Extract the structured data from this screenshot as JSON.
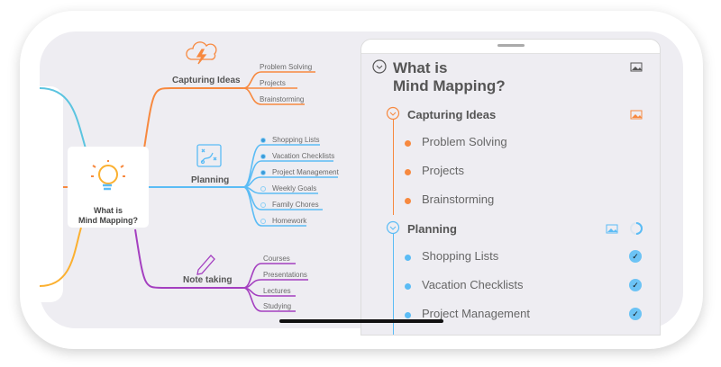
{
  "map": {
    "central": "What is\nMind Mapping?",
    "branches": [
      {
        "label": "Capturing Ideas",
        "color": "#f7893f",
        "icon": "brainstorm-cloud-icon",
        "children": [
          "Problem Solving",
          "Projects",
          "Brainstorming"
        ]
      },
      {
        "label": "Planning",
        "color": "#5bbcf5",
        "icon": "strategy-board-icon",
        "children": [
          "Shopping Lists",
          "Vacation Checklists",
          "Project Management",
          "Weekly Goals",
          "Family Chores",
          "Homework"
        ],
        "checked": [
          true,
          true,
          true,
          false,
          false,
          false
        ]
      },
      {
        "label": "Note taking",
        "color": "#a43fc0",
        "icon": "pencil-icon",
        "children": [
          "Courses",
          "Presentations",
          "Lectures",
          "Studying"
        ]
      }
    ]
  },
  "outline": {
    "title_line1": "What is",
    "title_line2": "Mind Mapping?",
    "sections": [
      {
        "label": "Capturing Ideas",
        "color": "#f7893f",
        "items": [
          "Problem Solving",
          "Projects",
          "Brainstorming"
        ]
      },
      {
        "label": "Planning",
        "color": "#5bbcf5",
        "items": [
          "Shopping Lists",
          "Vacation Checklists",
          "Project Management"
        ],
        "checked": [
          true,
          true,
          true
        ]
      }
    ]
  }
}
